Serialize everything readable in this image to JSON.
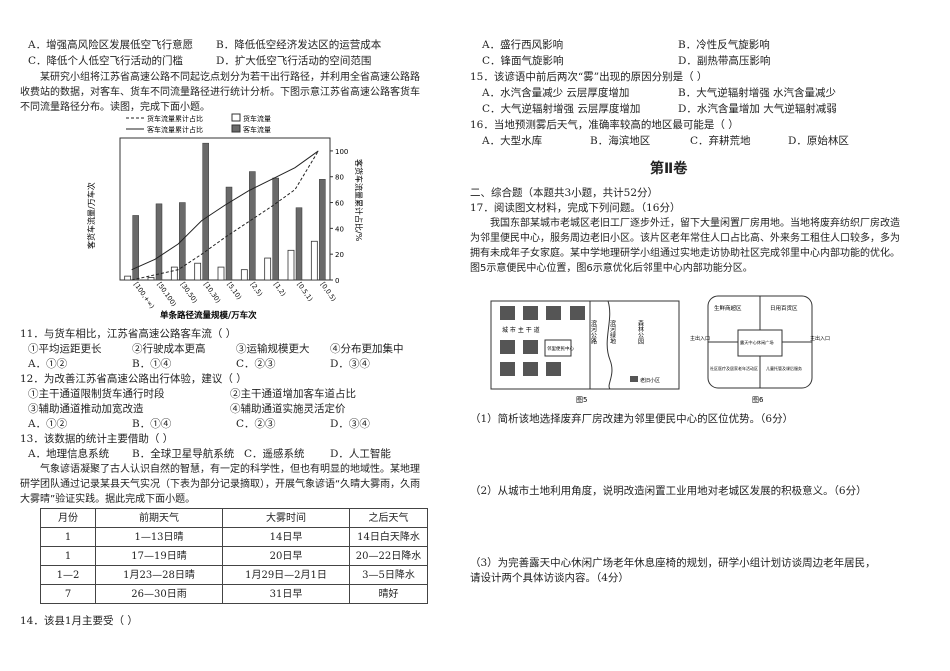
{
  "left": {
    "q10_opts": [
      {
        "row": [
          "A．增强高风险区发展低空飞行意愿",
          "B．降低低空经济发达区的运营成本"
        ]
      },
      {
        "row": [
          "C．降低个人低空飞行活动的门槛",
          "D．扩大低空飞行活动的空间范围"
        ]
      }
    ],
    "intro1": "某研究小组将江苏省高速公路不同起讫点划分为若干出行路径，并利用全省高速公路路收费站的数据，对客车、货车不同流量路径进行统计分析。下图示意江苏省高速公路客货车不同流量路径分布。读图，完成下面小题。",
    "q11": "11．与货车相比，江苏省高速公路客车流（   ）",
    "q11_items": [
      "①平均运距更长",
      "②行驶成本更高",
      "③运输规模更大",
      "④分布更加集中"
    ],
    "q11_opts": [
      "A．①②",
      "B．①④",
      "C．②③",
      "D．③④"
    ],
    "q12": "12．为改善江苏省高速公路出行体验，建议（   ）",
    "q12_items": [
      "①主干通道限制货车通行时段",
      "②主干通道增加客车道占比",
      "③辅助通道推动加宽改造",
      "④辅助通道实施灵活定价"
    ],
    "q12_opts": [
      "A．①②",
      "B．①④",
      "C．②③",
      "D．③④"
    ],
    "q13": "13．该数据的统计主要借助（   ）",
    "q13_opts": [
      "A．地理信息系统",
      "B．全球卫星导航系统",
      "C．遥感系统",
      "D．人工智能"
    ],
    "intro2": "气象谚语凝聚了古人认识自然的智慧，有一定的科学性，但也有明显的地域性。某地理研学团队通过记录某县天气实况（下表为部分记录摘取），开展气象谚语“久晴大雾雨，久雨大雾晴”验证实践。据此完成下面小题。",
    "table": {
      "headers": [
        "月份",
        "前期天气",
        "大雾时间",
        "之后天气"
      ],
      "rows": [
        [
          "1",
          "1—13日晴",
          "14日早",
          "14日白天降水"
        ],
        [
          "1",
          "17—19日晴",
          "20日早",
          "20—22日降水"
        ],
        [
          "1—2",
          "1月23—28日晴",
          "1月29日—2月1日",
          "3—5日降水"
        ],
        [
          "7",
          "26—30日雨",
          "31日早",
          "晴好"
        ]
      ]
    },
    "q14": "14．该县1月主要受（   ）"
  },
  "right": {
    "q14_opts": [
      {
        "row": [
          "A．盛行西风影响",
          "B．冷性反气旋影响"
        ]
      },
      {
        "row": [
          "C．锋面气旋影响",
          "D．副热带高压影响"
        ]
      }
    ],
    "q15": "15．该谚语中前后两次“雾”出现的原因分别是（   ）",
    "q15_opts": [
      {
        "row": [
          "A．水汽含量减少  云层厚度增加",
          "B．大气逆辐射增强  水汽含量减少"
        ]
      },
      {
        "row": [
          "C．大气逆辐射增强  云层厚度增加",
          "D．水汽含量增加  大气逆辐射减弱"
        ]
      }
    ],
    "q16": "16．当地预测雾后天气，准确率较高的地区最可能是（   ）",
    "q16_opts": [
      "A．大型水库",
      "B．海滨地区",
      "C．弃耕荒地",
      "D．原始林区"
    ],
    "section": "第Ⅱ卷",
    "part2": "二、综合题（本题共3小题，共计52分）",
    "q17": "17．阅读图文材料，完成下列问题。（16分）",
    "q17_text": "我国东部某城市老城区老旧工厂逐步外迁，留下大量闲置厂房用地。当地将废弃纺织厂房改造为邻里便民中心，服务周边老旧小区。该片区老年常住人口占比高、外来务工租住人口较多，多为拥有未成年子女家庭。某中学地理研学小组通过实地走访协助社区完成邻里中心内部功能的优化。图5示意便民中心位置，图6示意优化后邻里中心内部功能分区。",
    "sub1": "（1）简析该地选择废弃厂房改建为邻里便民中心的区位优势。（6分）",
    "sub2": "（2）从城市土地利用角度，说明改造闲置工业用地对老城区发展的积极意义。（6分）",
    "sub3a": "（3）为完善露天中心休闲广场老年休息座椅的规划，研学小组计划访谈周边老年居民，",
    "sub3b": "请设计两个具体访谈内容。（4分）",
    "fig5": {
      "road_main": "城 市 主 干 道",
      "center": "邻里便民中心",
      "river_road": "滨河公路",
      "greenway": "滨河绿地",
      "forest": "森林公园",
      "legend": "老旧小区",
      "caption": "图5"
    },
    "fig6": {
      "zones": [
        "生鲜商超区",
        "日用百货区",
        "露天中心休闲广场",
        "社区医疗及居家老年活动区",
        "儿童托管及课后服务"
      ],
      "entrance": "主出入口",
      "caption": "图6"
    }
  },
  "chart_data": {
    "type": "bar",
    "categories": [
      "[100,+∞)",
      "[50,100)",
      "[30,50)",
      "[10,30)",
      "[5,10)",
      "[2,5)",
      "[1,2)",
      "[0.5,1)",
      "[0,0.5)"
    ],
    "ylabel": "客货车流量/万车次",
    "y2label": "客货车流量累计占比/%",
    "xlabel": "单条路径流量规模/万车次",
    "legend": [
      "货车流量累计占比",
      "客车流量累计占比",
      "货车流量",
      "客车流量"
    ],
    "series": [
      {
        "name": "货车流量",
        "values": [
          0.3,
          0.2,
          1.0,
          1.3,
          1.0,
          0.8,
          1.7,
          2.3,
          3.0
        ]
      },
      {
        "name": "客车流量",
        "values": [
          5.0,
          5.9,
          6.0,
          10.6,
          7.2,
          8.4,
          7.9,
          5.6,
          7.8
        ]
      },
      {
        "name": "货车流量累计占比",
        "values": [
          0,
          4,
          8,
          20,
          33,
          45,
          57,
          70,
          100
        ]
      },
      {
        "name": "客车流量累计占比",
        "values": [
          8,
          16,
          28,
          46,
          58,
          69,
          78,
          87,
          100
        ]
      }
    ],
    "yticks": [],
    "y2ticks": [
      0,
      20,
      40,
      60,
      80,
      100
    ],
    "ylim": [
      0,
      11
    ],
    "y2lim": [
      0,
      110
    ]
  }
}
